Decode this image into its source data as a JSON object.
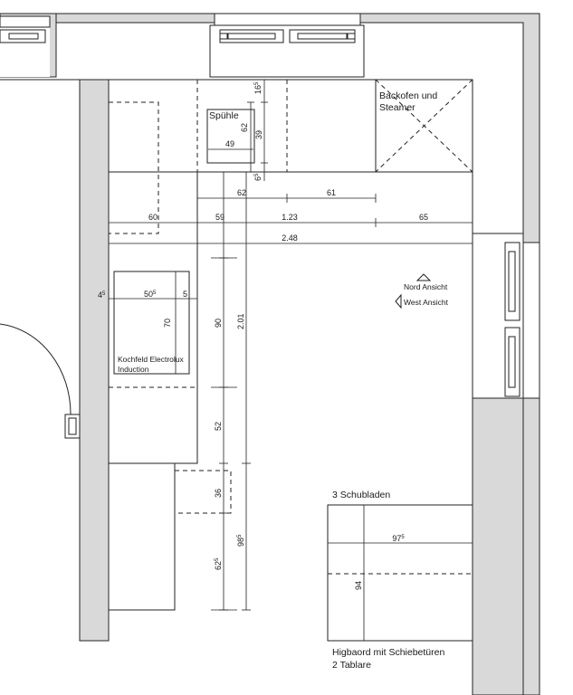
{
  "labels": {
    "sink": "Spühle",
    "oven": "Backofen und",
    "oven2": "Steamer",
    "cooktop1": "Kochfeld Electrolux",
    "cooktop2": "Induction",
    "drawers": "3 Schubladen",
    "highboard1": "Higbaord mit Schiebetüren",
    "highboard2": "2 Tablare",
    "north_view": "Nord Ansicht",
    "west_view": "West Ansicht"
  },
  "dims": {
    "sink_16": "16",
    "sink_16_sup": "5",
    "sink_62": "62",
    "sink_39": "39",
    "sink_49": "49",
    "sink_6": "6",
    "sink_6_sup": "5",
    "top_62": "62",
    "top_61": "61",
    "row_60": "60",
    "row_59": "59",
    "row_123": "1.23",
    "row_65": "65",
    "total_248": "2.48",
    "cook_4": "4",
    "cook_4_sup": "5",
    "cook_50": "50",
    "cook_50_sup": "5",
    "cook_5": "5",
    "cook_70": "70",
    "vert_90": "90",
    "vert_201": "2.01",
    "vert_52": "52",
    "vert_36": "36",
    "vert_98": "98",
    "vert_98_sup": "5",
    "vert_62": "62",
    "vert_62_sup": "5",
    "hb_97": "97",
    "hb_97_sup": "5",
    "hb_94": "94"
  },
  "colors": {
    "wall_fill": "#d9d9d9",
    "line": "#222222"
  }
}
